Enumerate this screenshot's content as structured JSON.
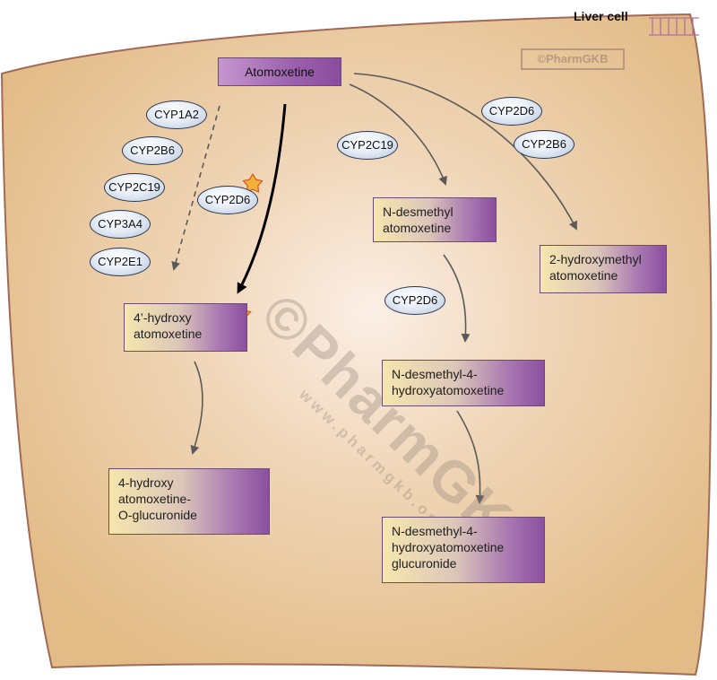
{
  "header": {
    "cell_label": "Liver cell"
  },
  "copyright": "©PharmGKB",
  "watermark": {
    "main": "©PharmGKB",
    "url": "www.pharmgkb.org"
  },
  "colors": {
    "cell_fill": "#e8c698",
    "cell_border": "#a06a56",
    "drug_box": "#a568b6",
    "enzyme": "#c9d6e8",
    "variant_star": "#f4b13a",
    "arrow": "#5a5a5a"
  },
  "drug": {
    "label": "Atomoxetine"
  },
  "enzymes": [
    {
      "id": "cyp1a2",
      "label": "CYP1A2"
    },
    {
      "id": "cyp2b6-left",
      "label": "CYP2B6"
    },
    {
      "id": "cyp2c19-left",
      "label": "CYP2C19"
    },
    {
      "id": "cyp3a4",
      "label": "CYP3A4"
    },
    {
      "id": "cyp2e1",
      "label": "CYP2E1"
    },
    {
      "id": "cyp2d6-main",
      "label": "CYP2D6"
    },
    {
      "id": "cyp2c19-mid",
      "label": "CYP2C19"
    },
    {
      "id": "cyp2d6-right",
      "label": "CYP2D6"
    },
    {
      "id": "cyp2b6-right",
      "label": "CYP2B6"
    },
    {
      "id": "cyp2d6-lower",
      "label": "CYP2D6"
    }
  ],
  "metabolites": [
    {
      "id": "hydroxy",
      "label": "4’-hydroxy\natomoxetine"
    },
    {
      "id": "hydroxy-glucuronide",
      "label": "4-hydroxy\natomoxetine-\nO-glucuronide"
    },
    {
      "id": "n-desmethyl",
      "label": "N-desmethyl\natomoxetine"
    },
    {
      "id": "n-desmethyl-hydroxy",
      "label": "N-desmethyl-4-\nhydroxyatomoxetine"
    },
    {
      "id": "n-desmethyl-glucuronide",
      "label": "N-desmethyl-4-\nhydroxyatomoxetine\nglucuronide"
    },
    {
      "id": "hydroxymethyl",
      "label": "2-hydroxymethyl\natomoxetine"
    }
  ]
}
